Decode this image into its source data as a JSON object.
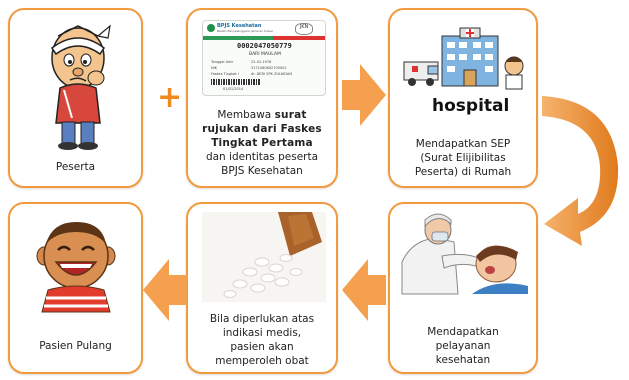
{
  "step1": {
    "label": "Peserta"
  },
  "plus": "+",
  "step2": {
    "card": {
      "brand": "BPJS Kesehatan",
      "subtitle": "Badan Penyelenggara Jaminan Sosial",
      "number": "0002047050779",
      "name": "BARI MAULAM",
      "dob_label": "Tanggal lahir",
      "dob_value": "22-02-1978",
      "nik_label": "NIK",
      "nik_value": "3171060602700002",
      "faskes_label": "Faskes Tingkat I",
      "faskes_value": "dr. DEDI SPK ZULKIDAN",
      "date": "01/01/2014"
    },
    "text_parts": [
      "Membawa ",
      "surat rujukan dari Faskes Tingkat Pertama",
      " dan identitas peserta BPJS Kesehatan"
    ]
  },
  "step3": {
    "hospital_label": "hospital",
    "text": "Mendapatkan SEP (Surat Elijibilitas Peserta) di Rumah"
  },
  "step4": {
    "text": "Mendapatkan pelayanan kesehatan"
  },
  "step5": {
    "text": "Bila diperlukan atas indikasi medis, pasien akan memperoleh obat"
  },
  "step6": {
    "label": "Pasien Pulang"
  },
  "colors": {
    "border": "#f29a3f",
    "arrow": "#f4a04f",
    "arrow_dark": "#e07a1c"
  }
}
